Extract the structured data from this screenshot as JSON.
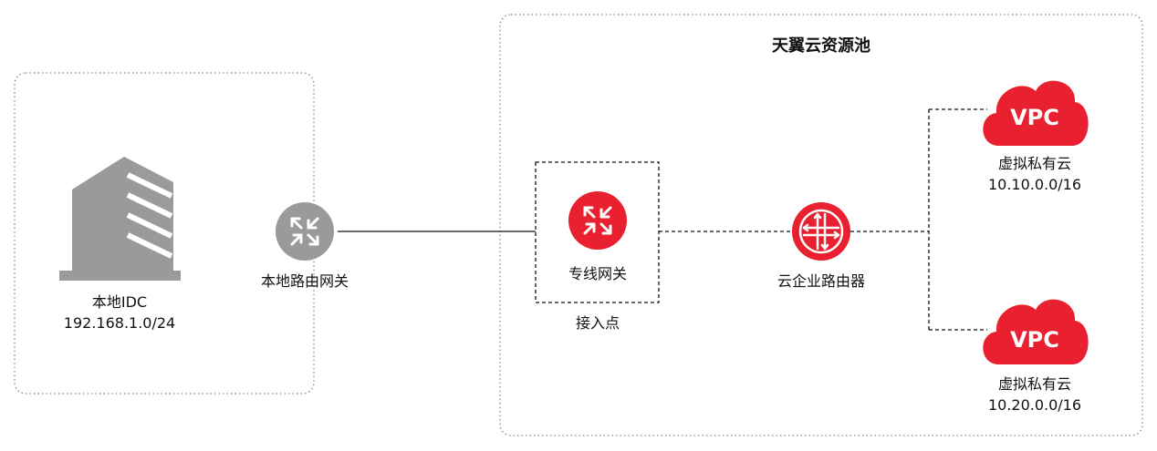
{
  "diagram": {
    "cloud_pool": {
      "title": "天翼云资源池"
    },
    "local_idc": {
      "name": "本地IDC",
      "cidr": "192.168.1.0/24"
    },
    "local_gateway": {
      "label": "本地路由网关"
    },
    "access_point": {
      "label": "接入点",
      "gateway_label": "专线网关"
    },
    "enterprise_router": {
      "label": "云企业路由器"
    },
    "vpcs": [
      {
        "icon_text": "VPC",
        "name": "虚拟私有云",
        "cidr": "10.10.0.0/16"
      },
      {
        "icon_text": "VPC",
        "name": "虚拟私有云",
        "cidr": "10.20.0.0/16"
      }
    ],
    "colors": {
      "accent_red": "#E8202F",
      "gray_icon": "#9A9A9A",
      "border_gray": "#888888",
      "line_black": "#111111"
    },
    "icons": {
      "building": "building-icon",
      "local_gateway": "router-arrows-icon",
      "dc_gateway": "router-arrows-icon",
      "enterprise_router": "cross-router-icon",
      "vpc": "cloud-icon"
    }
  }
}
